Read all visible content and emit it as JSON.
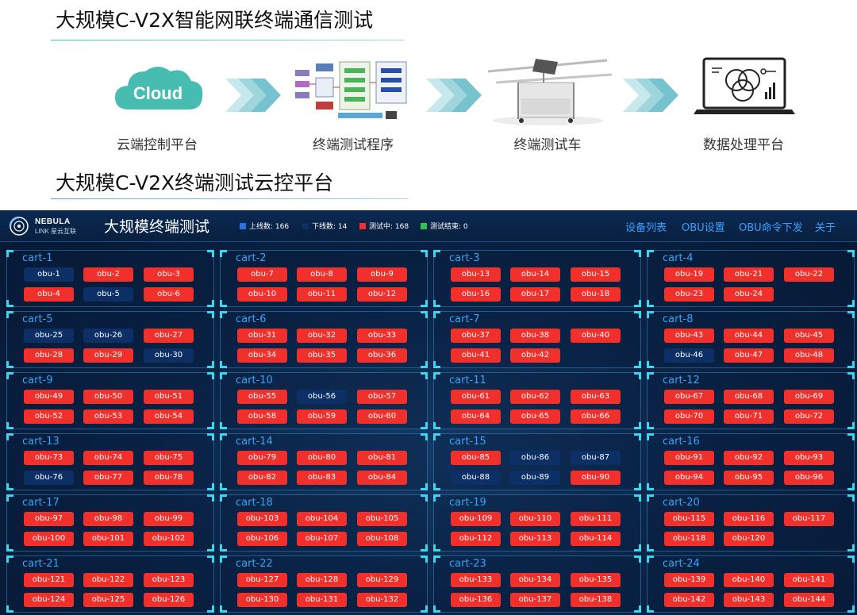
{
  "headings": {
    "top": "大规模C-V2X智能网联终端通信测试",
    "platform": "大规模C-V2X终端测试云控平台"
  },
  "flow": {
    "cloud_text": "Cloud",
    "steps": [
      {
        "label": "云端控制平台",
        "icon": "cloud-icon"
      },
      {
        "label": "终端测试程序",
        "icon": "test-program-diagram"
      },
      {
        "label": "终端测试车",
        "icon": "test-cart-photo"
      },
      {
        "label": "数据处理平台",
        "icon": "laptop-data-icon"
      }
    ]
  },
  "dashboard": {
    "logo": {
      "name": "NEBULA",
      "sub": "LINK 星云互联"
    },
    "title": "大规模终端测试",
    "legend": [
      {
        "label": "上线数: 166",
        "color": "#2a72e0"
      },
      {
        "label": "下线数: 14",
        "color": "#0c2f66"
      },
      {
        "label": "测试中: 168",
        "color": "#f1302b"
      },
      {
        "label": "测试结束: 0",
        "color": "#2cc44e"
      }
    ],
    "nav": [
      "设备列表",
      "OBU设置",
      "OBU命令下发",
      "关于"
    ],
    "colors": {
      "testing": "#f1302b",
      "offline": "#0c2f66",
      "online": "#2a72e0",
      "done": "#2cc44e"
    },
    "carts": [
      {
        "name": "cart-1",
        "obus": [
          {
            "label": "obu-1",
            "status": "offline"
          },
          {
            "label": "obu-2",
            "status": "testing"
          },
          {
            "label": "obu-3",
            "status": "testing"
          },
          {
            "label": "obu-4",
            "status": "testing"
          },
          {
            "label": "obu-5",
            "status": "offline"
          },
          {
            "label": "obu-6",
            "status": "testing"
          }
        ]
      },
      {
        "name": "cart-2",
        "obus": [
          {
            "label": "obu-7",
            "status": "testing"
          },
          {
            "label": "obu-8",
            "status": "testing"
          },
          {
            "label": "obu-9",
            "status": "testing"
          },
          {
            "label": "obu-10",
            "status": "testing"
          },
          {
            "label": "obu-11",
            "status": "testing"
          },
          {
            "label": "obu-12",
            "status": "testing"
          }
        ]
      },
      {
        "name": "cart-3",
        "obus": [
          {
            "label": "obu-13",
            "status": "testing"
          },
          {
            "label": "obu-14",
            "status": "testing"
          },
          {
            "label": "obu-15",
            "status": "testing"
          },
          {
            "label": "obu-16",
            "status": "testing"
          },
          {
            "label": "obu-17",
            "status": "testing"
          },
          {
            "label": "obu-18",
            "status": "testing"
          }
        ]
      },
      {
        "name": "cart-4",
        "obus": [
          {
            "label": "obu-19",
            "status": "testing"
          },
          {
            "label": "obu-21",
            "status": "testing"
          },
          {
            "label": "obu-22",
            "status": "testing"
          },
          {
            "label": "obu-23",
            "status": "testing"
          },
          {
            "label": "obu-24",
            "status": "testing"
          }
        ]
      },
      {
        "name": "cart-5",
        "obus": [
          {
            "label": "obu-25",
            "status": "offline"
          },
          {
            "label": "obu-26",
            "status": "offline"
          },
          {
            "label": "obu-27",
            "status": "testing"
          },
          {
            "label": "obu-28",
            "status": "testing"
          },
          {
            "label": "obu-29",
            "status": "testing"
          },
          {
            "label": "obu-30",
            "status": "offline"
          }
        ]
      },
      {
        "name": "cart-6",
        "obus": [
          {
            "label": "obu-31",
            "status": "testing"
          },
          {
            "label": "obu-32",
            "status": "testing"
          },
          {
            "label": "obu-33",
            "status": "testing"
          },
          {
            "label": "obu-34",
            "status": "testing"
          },
          {
            "label": "obu-35",
            "status": "testing"
          },
          {
            "label": "obu-36",
            "status": "testing"
          }
        ]
      },
      {
        "name": "cart-7",
        "obus": [
          {
            "label": "obu-37",
            "status": "testing"
          },
          {
            "label": "obu-38",
            "status": "testing"
          },
          {
            "label": "obu-40",
            "status": "testing"
          },
          {
            "label": "obu-41",
            "status": "testing"
          },
          {
            "label": "obu-42",
            "status": "testing"
          }
        ]
      },
      {
        "name": "cart-8",
        "obus": [
          {
            "label": "obu-43",
            "status": "testing"
          },
          {
            "label": "obu-44",
            "status": "testing"
          },
          {
            "label": "obu-45",
            "status": "testing"
          },
          {
            "label": "obu-46",
            "status": "offline"
          },
          {
            "label": "obu-47",
            "status": "testing"
          },
          {
            "label": "obu-48",
            "status": "testing"
          }
        ]
      },
      {
        "name": "cart-9",
        "obus": [
          {
            "label": "obu-49",
            "status": "testing"
          },
          {
            "label": "obu-50",
            "status": "testing"
          },
          {
            "label": "obu-51",
            "status": "testing"
          },
          {
            "label": "obu-52",
            "status": "testing"
          },
          {
            "label": "obu-53",
            "status": "testing"
          },
          {
            "label": "obu-54",
            "status": "testing"
          }
        ]
      },
      {
        "name": "cart-10",
        "obus": [
          {
            "label": "obu-55",
            "status": "testing"
          },
          {
            "label": "obu-56",
            "status": "offline"
          },
          {
            "label": "obu-57",
            "status": "testing"
          },
          {
            "label": "obu-58",
            "status": "testing"
          },
          {
            "label": "obu-59",
            "status": "testing"
          },
          {
            "label": "obu-60",
            "status": "testing"
          }
        ]
      },
      {
        "name": "cart-11",
        "obus": [
          {
            "label": "obu-61",
            "status": "testing"
          },
          {
            "label": "obu-62",
            "status": "testing"
          },
          {
            "label": "obu-63",
            "status": "testing"
          },
          {
            "label": "obu-64",
            "status": "testing"
          },
          {
            "label": "obu-65",
            "status": "testing"
          },
          {
            "label": "obu-66",
            "status": "testing"
          }
        ]
      },
      {
        "name": "cart-12",
        "obus": [
          {
            "label": "obu-67",
            "status": "testing"
          },
          {
            "label": "obu-68",
            "status": "testing"
          },
          {
            "label": "obu-69",
            "status": "testing"
          },
          {
            "label": "obu-70",
            "status": "testing"
          },
          {
            "label": "obu-71",
            "status": "testing"
          },
          {
            "label": "obu-72",
            "status": "testing"
          }
        ]
      },
      {
        "name": "cart-13",
        "obus": [
          {
            "label": "obu-73",
            "status": "testing"
          },
          {
            "label": "obu-74",
            "status": "testing"
          },
          {
            "label": "obu-75",
            "status": "testing"
          },
          {
            "label": "obu-76",
            "status": "offline"
          },
          {
            "label": "obu-77",
            "status": "testing"
          },
          {
            "label": "obu-78",
            "status": "testing"
          }
        ]
      },
      {
        "name": "cart-14",
        "obus": [
          {
            "label": "obu-79",
            "status": "testing"
          },
          {
            "label": "obu-80",
            "status": "testing"
          },
          {
            "label": "obu-81",
            "status": "testing"
          },
          {
            "label": "obu-82",
            "status": "testing"
          },
          {
            "label": "obu-83",
            "status": "testing"
          },
          {
            "label": "obu-84",
            "status": "testing"
          }
        ]
      },
      {
        "name": "cart-15",
        "obus": [
          {
            "label": "obu-85",
            "status": "testing"
          },
          {
            "label": "obu-86",
            "status": "offline"
          },
          {
            "label": "obu-87",
            "status": "offline"
          },
          {
            "label": "obu-88",
            "status": "offline"
          },
          {
            "label": "obu-89",
            "status": "offline"
          },
          {
            "label": "obu-90",
            "status": "testing"
          }
        ]
      },
      {
        "name": "cart-16",
        "obus": [
          {
            "label": "obu-91",
            "status": "testing"
          },
          {
            "label": "obu-92",
            "status": "testing"
          },
          {
            "label": "obu-93",
            "status": "testing"
          },
          {
            "label": "obu-94",
            "status": "testing"
          },
          {
            "label": "obu-95",
            "status": "testing"
          },
          {
            "label": "obu-96",
            "status": "testing"
          }
        ]
      },
      {
        "name": "cart-17",
        "obus": [
          {
            "label": "obu-97",
            "status": "testing"
          },
          {
            "label": "obu-98",
            "status": "testing"
          },
          {
            "label": "obu-99",
            "status": "testing"
          },
          {
            "label": "obu-100",
            "status": "testing"
          },
          {
            "label": "obu-101",
            "status": "testing"
          },
          {
            "label": "obu-102",
            "status": "testing"
          }
        ]
      },
      {
        "name": "cart-18",
        "obus": [
          {
            "label": "obu-103",
            "status": "testing"
          },
          {
            "label": "obu-104",
            "status": "testing"
          },
          {
            "label": "obu-105",
            "status": "testing"
          },
          {
            "label": "obu-106",
            "status": "testing"
          },
          {
            "label": "obu-107",
            "status": "testing"
          },
          {
            "label": "obu-108",
            "status": "testing"
          }
        ]
      },
      {
        "name": "cart-19",
        "obus": [
          {
            "label": "obu-109",
            "status": "testing"
          },
          {
            "label": "obu-110",
            "status": "testing"
          },
          {
            "label": "obu-111",
            "status": "testing"
          },
          {
            "label": "obu-112",
            "status": "testing"
          },
          {
            "label": "obu-113",
            "status": "testing"
          },
          {
            "label": "obu-114",
            "status": "testing"
          }
        ]
      },
      {
        "name": "cart-20",
        "obus": [
          {
            "label": "obu-115",
            "status": "testing"
          },
          {
            "label": "obu-116",
            "status": "testing"
          },
          {
            "label": "obu-117",
            "status": "testing"
          },
          {
            "label": "obu-118",
            "status": "testing"
          },
          {
            "label": "obu-120",
            "status": "testing"
          }
        ]
      },
      {
        "name": "cart-21",
        "obus": [
          {
            "label": "obu-121",
            "status": "testing"
          },
          {
            "label": "obu-122",
            "status": "testing"
          },
          {
            "label": "obu-123",
            "status": "testing"
          },
          {
            "label": "obu-124",
            "status": "testing"
          },
          {
            "label": "obu-125",
            "status": "testing"
          },
          {
            "label": "obu-126",
            "status": "testing"
          }
        ]
      },
      {
        "name": "cart-22",
        "obus": [
          {
            "label": "obu-127",
            "status": "testing"
          },
          {
            "label": "obu-128",
            "status": "testing"
          },
          {
            "label": "obu-129",
            "status": "testing"
          },
          {
            "label": "obu-130",
            "status": "testing"
          },
          {
            "label": "obu-131",
            "status": "testing"
          },
          {
            "label": "obu-132",
            "status": "testing"
          }
        ]
      },
      {
        "name": "cart-23",
        "obus": [
          {
            "label": "obu-133",
            "status": "testing"
          },
          {
            "label": "obu-134",
            "status": "testing"
          },
          {
            "label": "obu-135",
            "status": "testing"
          },
          {
            "label": "obu-136",
            "status": "testing"
          },
          {
            "label": "obu-137",
            "status": "testing"
          },
          {
            "label": "obu-138",
            "status": "testing"
          }
        ]
      },
      {
        "name": "cart-24",
        "obus": [
          {
            "label": "obu-139",
            "status": "testing"
          },
          {
            "label": "obu-140",
            "status": "testing"
          },
          {
            "label": "obu-141",
            "status": "testing"
          },
          {
            "label": "obu-142",
            "status": "testing"
          },
          {
            "label": "obu-143",
            "status": "testing"
          },
          {
            "label": "obu-144",
            "status": "testing"
          }
        ]
      }
    ]
  }
}
